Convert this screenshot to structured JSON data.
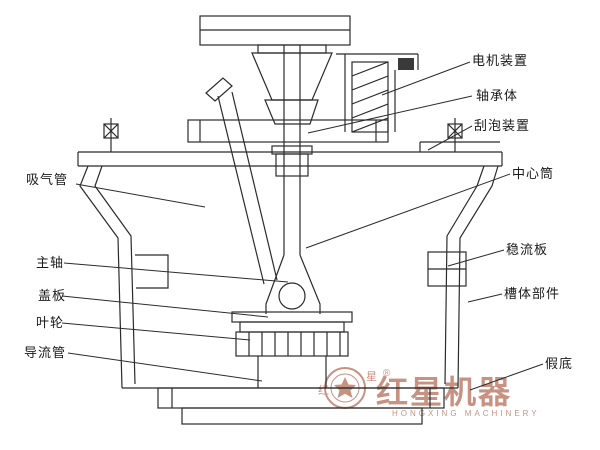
{
  "labels": {
    "left": [
      {
        "text": "吸气管"
      },
      {
        "text": "主轴"
      },
      {
        "text": "盖板"
      },
      {
        "text": "叶轮"
      },
      {
        "text": "导流管"
      }
    ],
    "right": [
      {
        "text": "电机装置"
      },
      {
        "text": "轴承体"
      },
      {
        "text": "刮泡装置"
      },
      {
        "text": "中心筒"
      },
      {
        "text": "稳流板"
      },
      {
        "text": "槽体部件"
      },
      {
        "text": "假底"
      }
    ]
  },
  "watermark": {
    "brand": "红星机器",
    "subtext": "HONGXING MACHINERY",
    "reg_mark": "®",
    "left_char": "红",
    "right_char": "星",
    "color": "#c28775"
  }
}
